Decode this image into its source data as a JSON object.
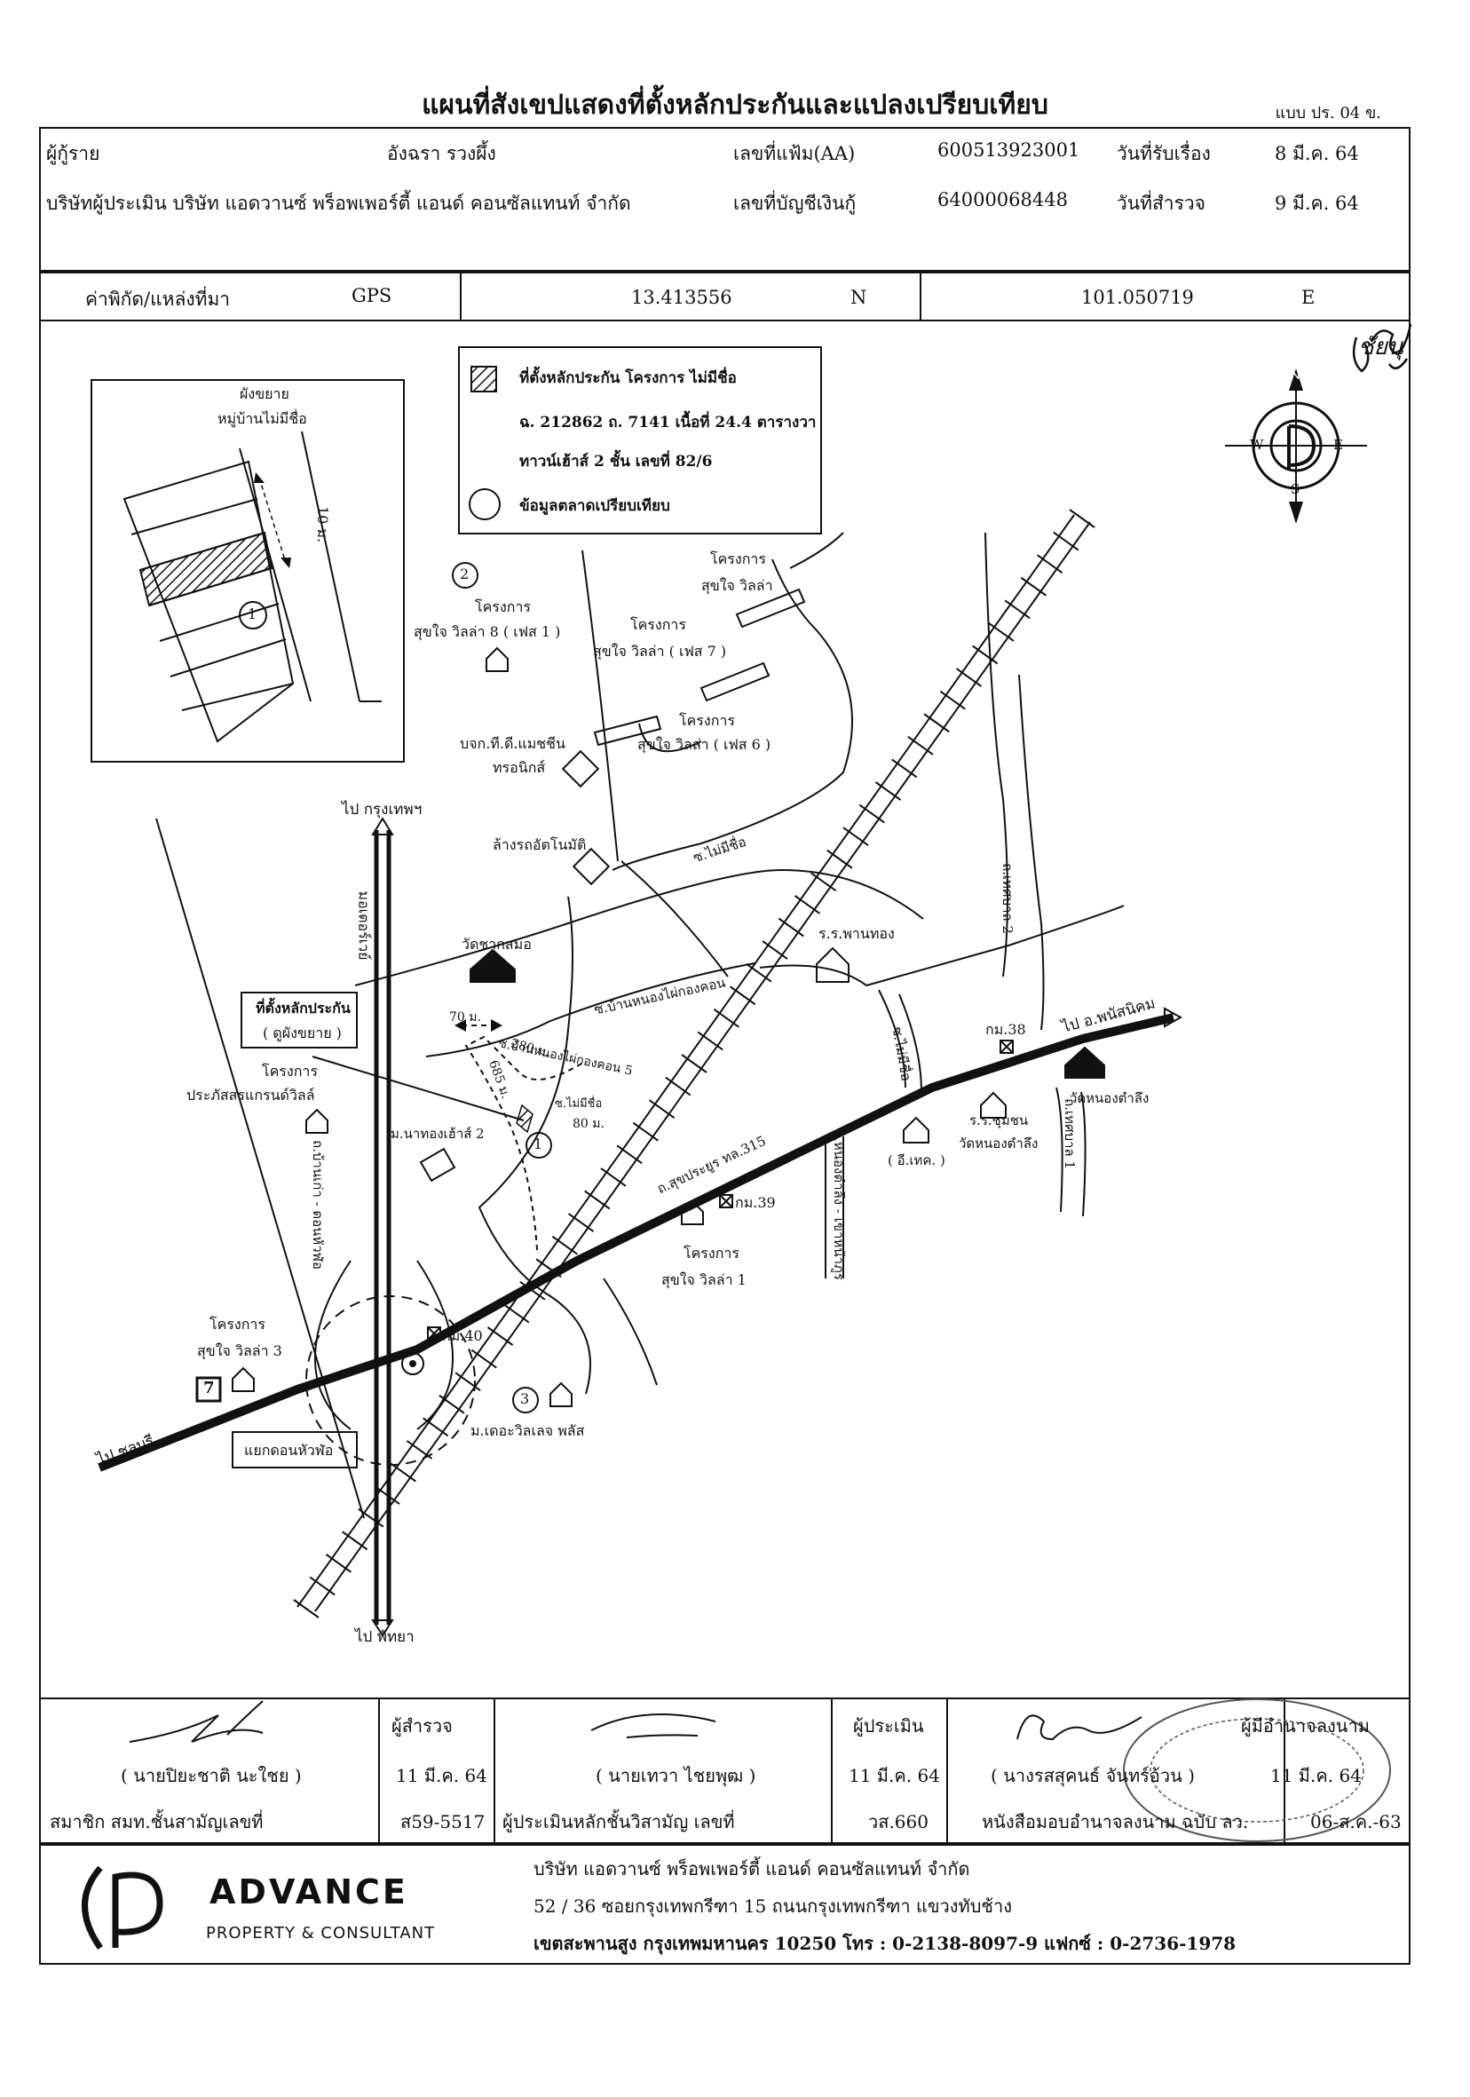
{
  "header": {
    "title": "แผนที่สังเขปแสดงที่ตั้งหลักประกันและแปลงเปรียบเทียบ",
    "form_no": "แบบ ปร. 04 ข."
  },
  "info": {
    "applicant_label": "ผู้กู้ราย",
    "applicant_name": "อังฉรา รวงผึ้ง",
    "file_no_label": "เลขที่แฟ้ม(AA)",
    "file_no": "600513923001",
    "received_label": "วันที่รับเรื่อง",
    "received_date": "8 มี.ค. 64",
    "appraiser_company": "บริษัทผู้ประเมิน บริษัท แอดวานซ์ พร็อพเพอร์ตี้ แอนด์ คอนซัลแทนท์ จำกัด",
    "loan_account_label": "เลขที่บัญชีเงินกู้",
    "loan_account": "64000068448",
    "survey_label": "วันที่สำรวจ",
    "survey_date": "9 มี.ค. 64"
  },
  "coords": {
    "label": "ค่าพิกัด/แหล่งที่มา",
    "source": "GPS",
    "lat": "13.413556",
    "lat_dir": "N",
    "lon": "101.050719",
    "lon_dir": "E"
  },
  "legend": {
    "collateral_title": "ที่ตั้งหลักประกัน โครงการ ไม่มีชื่อ",
    "collateral_line2": "ฉ. 212862 ถ. 7141 เนื้อที่ 24.4 ตารางวา",
    "collateral_line3": "ทาวน์เฮ้าส์ 2 ชั้น เลขที่ 82/6",
    "comparable": "ข้อมูลตลาดเปรียบเทียบ"
  },
  "inset": {
    "title1": "ผังขยาย",
    "title2": "หมู่บ้านไม่มีชื่อ",
    "road_width": "10 ม.",
    "marker": "1"
  },
  "compass": {
    "n": "N",
    "s": "S",
    "e": "E",
    "w": "W"
  },
  "handwriting_top": "ชัยนุ",
  "map_labels": {
    "to_bangkok": "ไป กรุงเทพฯ",
    "to_pattaya": "ไป พัทยา",
    "to_chonburi": "ไป ชลบุรี",
    "to_phanat": "ไป อ.พนัสนิคม",
    "motorway": "มอเตอร์เวย์",
    "project_villa3_title": "โครงการ",
    "project_villa3": "สุขใจ วิลล่า 3",
    "junction": "แยกดอนหัวฬ่อ",
    "km40": "กม.40",
    "km39": "กม.39",
    "km38": "กม.38",
    "moo_the_villa": "ม.เดอะวิลเลจ พลัส",
    "marker3": "3",
    "marker2": "2",
    "marker1": "1",
    "road_sukhprayoon": "ถ.สุขประยูร ทล.315",
    "road_nongtamlueng": "ถ.หนองตำลึง - เขาหน้าภูร",
    "road_banko": "ถ.บ้านเก่า - ดอนหัวฬ่อ",
    "road_no_name": "ซ.ไม่มีชื่อ",
    "road_no_name2": "ซ.ไม่มีชื่อ",
    "road_thesaban2": "ถ.เทศบาล 2",
    "road_thesaban1": "ถ.เทศบาล 1",
    "soi_ban_nong_khai": "ซ.บ้านหนองไผ่กองคอน",
    "soi_ban_nong_khai5": "ซ.บ้านหนองไผ่กองคอน 5",
    "collateral_box_1": "ที่ตั้งหลักประกัน",
    "collateral_box_2": "( ดูผังขยาย )",
    "project_prasert_title": "โครงการ",
    "project_prasert": "ประภัสสรแกรนด์วิลล์",
    "moo_nathong2": "ม.นาทองเฮ้าส์ 2",
    "dist_70": "70 ม.",
    "dist_280": "280 ม.",
    "dist_685": "685 ม.",
    "dist_80": "80 ม.",
    "soi_mai_mi_chue": "ซ.ไม่มีชื่อ",
    "wat_chak_samo": "วัดชากสมอ",
    "car_wash": "ล้างรถอัตโนมัติ",
    "company": "บจก.ที.ดี.แมชชีน",
    "company2": "ทรอนิกส์",
    "project_villa8_title": "โครงการ",
    "project_villa8": "สุขใจ วิลล่า 8 ( เฟส 1 )",
    "project_villa7_title": "โครงการ",
    "project_villa7": "สุขใจ วิลล่า ( เฟส 7 )",
    "project_villa_title": "โครงการ",
    "project_villa": "สุขใจ วิลล่า",
    "project_villa6_title": "โครงการ",
    "project_villa6": "สุขใจ วิลล่า ( เฟส 6 )",
    "school_phanthong": "ร.ร.พานทอง",
    "school_chumchon": "ร.ร.ชุมชน",
    "school_chumchon2": "วัดหนองตำลึง",
    "eitec": "( อี.เทค. )",
    "wat_nongtamlueng": "วัดหนองตำลึง",
    "project_villa1_title": "โครงการ",
    "project_villa1": "สุขใจ วิลล่า 1",
    "seven": "7"
  },
  "signatures": {
    "surveyor_role": "ผู้สำรวจ",
    "surveyor_name": "( นายปิยะชาติ นะใชย )",
    "surveyor_date": "11 มี.ค. 64",
    "surveyor_member_label": "สมาชิก สมท.ชั้นสามัญเลขที่",
    "surveyor_member_no": "ส59-5517",
    "appraiser_role": "ผู้ประเมิน",
    "appraiser_name": "( นายเทวา ไชยพุฒ )",
    "appraiser_date": "11 มี.ค. 64",
    "appraiser_license_label": "ผู้ประเมินหลักชั้นวิสามัญ เลขที่",
    "appraiser_license_no": "วส.660",
    "authorized_role": "ผู้มีอำนาจลงนาม",
    "authorized_name": "( นางรสสุคนธ์ จันทร์อ้วน )",
    "authorized_date": "11 มี.ค. 64",
    "authorized_doc_label": "หนังสือมอบอำนาจลงนาม ฉบับ ลว.",
    "authorized_doc_date": "06-ส.ค.-63"
  },
  "company": {
    "logo_word": "ADVANCE",
    "logo_sub": "PROPERTY & CONSULTANT",
    "name": "บริษัท แอดวานซ์ พร็อพเพอร์ตี้ แอนด์ คอนซัลแทนท์ จำกัด",
    "address1": "52 / 36 ซอยกรุงเทพกรีฑา 15 ถนนกรุงเทพกรีฑา แขวงทับช้าง",
    "address2": "เขตสะพานสูง กรุงเทพมหานคร 10250 โทร : 0-2138-8097-9 แฟกซ์ : 0-2736-1978"
  }
}
